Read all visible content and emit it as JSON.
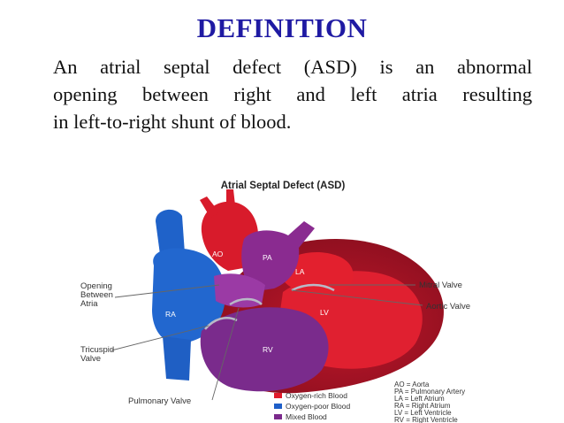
{
  "slide": {
    "title": "DEFINITION",
    "definition_lines": [
      "An atrial septal defect (ASD) is an abnormal",
      "opening between right and left atria resulting",
      "in left-to-right shunt of blood."
    ]
  },
  "figure": {
    "title": "Atrial Septal Defect (ASD)",
    "chamber_labels": {
      "ao": "AO",
      "pa": "PA",
      "la": "LA",
      "lv": "LV",
      "ra": "RA",
      "rv": "RV"
    },
    "callouts": {
      "opening_line1": "Opening",
      "opening_line2": "Between",
      "opening_line3": "Atria",
      "tricuspid_line1": "Tricuspid",
      "tricuspid_line2": "Valve",
      "pulmonary_valve": "Pulmonary Valve",
      "mitral_valve": "Mitral Valve",
      "aortic_valve": "Aortic Valve"
    },
    "legend": [
      {
        "label": "Oxygen-rich Blood",
        "color": "#e01b2a"
      },
      {
        "label": "Oxygen-poor Blood",
        "color": "#1e5fc8"
      },
      {
        "label": "Mixed Blood",
        "color": "#7b2a8c"
      }
    ],
    "abbreviations": [
      "AO = Aorta",
      "PA = Pulmonary Artery",
      "LA = Left Atrium",
      "RA = Right Atrium",
      "LV = Left Ventricle",
      "RV = Right Ventricle"
    ]
  }
}
